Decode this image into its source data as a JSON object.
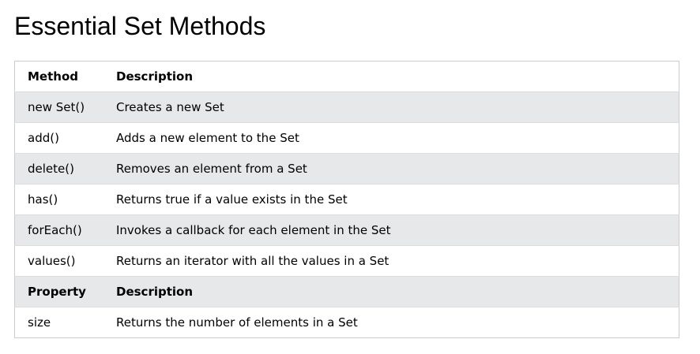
{
  "page": {
    "title": "Essential Set Methods"
  },
  "table": {
    "method_header": {
      "name": "Method",
      "description": "Description"
    },
    "methods": [
      {
        "name": "new Set()",
        "description": "Creates a new Set"
      },
      {
        "name": "add()",
        "description": "Adds a new element to the Set"
      },
      {
        "name": "delete()",
        "description": "Removes an element from a Set"
      },
      {
        "name": "has()",
        "description": "Returns true if a value exists in the Set"
      },
      {
        "name": "forEach()",
        "description": "Invokes a callback for each element in the Set"
      },
      {
        "name": "values()",
        "description": "Returns an iterator with all the values in a Set"
      }
    ],
    "property_header": {
      "name": "Property",
      "description": "Description"
    },
    "properties": [
      {
        "name": "size",
        "description": "Returns the number of elements in a Set"
      }
    ]
  },
  "colors": {
    "shaded_row": "#e7e8ea",
    "border": "#cccccc"
  }
}
